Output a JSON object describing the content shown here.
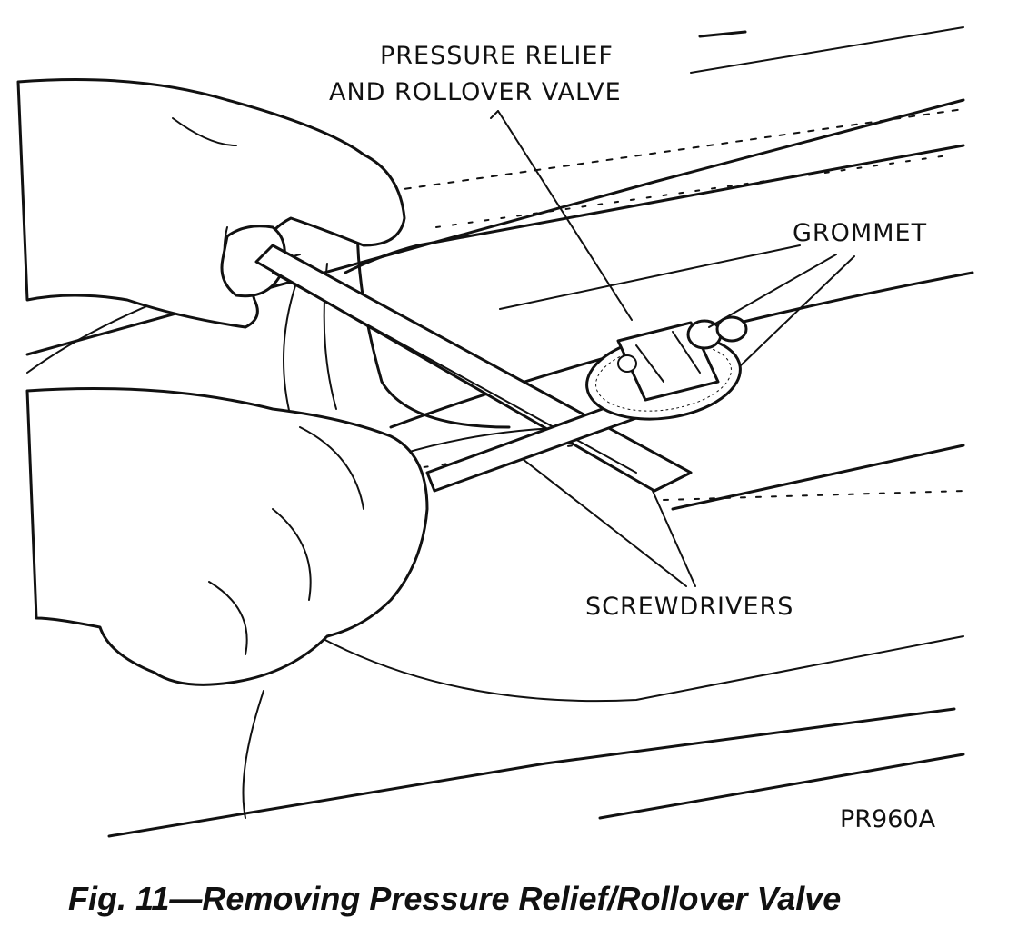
{
  "labels": {
    "valve_line1": "PRESSURE RELIEF",
    "valve_line2": "AND ROLLOVER VALVE",
    "grommet": "GROMMET",
    "screwdrivers": "SCREWDRIVERS",
    "figure_code": "PR960A"
  },
  "caption": "Fig. 11—Removing Pressure Relief/Rollover Valve",
  "icons": {
    "left_hand": "hand-icon",
    "right_hand": "fist-icon",
    "valve": "valve-icon",
    "grommet": "grommet-icon"
  },
  "colors": {
    "ink": "#111111",
    "paper": "#ffffff"
  }
}
